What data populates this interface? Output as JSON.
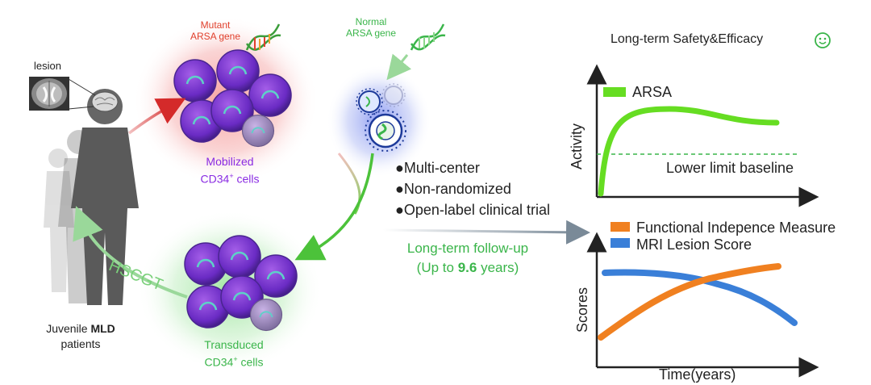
{
  "left": {
    "lesion_label": "lesion",
    "patients_label_pre": "Juvenile ",
    "patients_label_bold": "MLD",
    "patients_label_post": "patients",
    "hscgt_label": "HSCGT"
  },
  "mobilized": {
    "gene_line1": "Mutant",
    "gene_line2": "ARSA gene",
    "cells_line1": "Mobilized",
    "cells_line2_main": "CD34",
    "cells_line2_sup": "+",
    "cells_line2_post": " cells"
  },
  "vector": {
    "gene_line1": "Normal",
    "gene_line2": "ARSA gene"
  },
  "transduced": {
    "line1": "Transduced",
    "line2_main": "CD34",
    "line2_sup": "+",
    "line2_post": " cells"
  },
  "trial": {
    "bullets": [
      "Multi-center",
      "Non-randomized",
      "Open-label clinical trial"
    ],
    "followup_line1": "Long-term follow-up",
    "followup_line2_pre": "(Up to ",
    "followup_line2_bold": "9.6",
    "followup_line2_post": " years)"
  },
  "outcome": {
    "title": "Long-term Safety&Efficacy",
    "smiley_icon": "smiley-icon"
  },
  "chart_data": [
    {
      "type": "line",
      "ylabel": "Activity",
      "legend": [
        {
          "name": "ARSA",
          "color": "#66dd22"
        }
      ],
      "annotation": "Lower limit baseline",
      "series": [
        {
          "name": "ARSA",
          "color": "#66dd22"
        }
      ]
    },
    {
      "type": "line",
      "xlabel": "Time(years)",
      "ylabel": "Scores",
      "legend": [
        {
          "name": "Functional Indepence Measure",
          "color": "#f08020"
        },
        {
          "name": "MRI Lesion Score",
          "color": "#3a7fd8"
        }
      ],
      "series": [
        {
          "name": "Functional Indepence Measure",
          "color": "#f08020",
          "trend": "increasing"
        },
        {
          "name": "MRI Lesion Score",
          "color": "#3a7fd8",
          "trend": "decreasing"
        }
      ]
    }
  ]
}
